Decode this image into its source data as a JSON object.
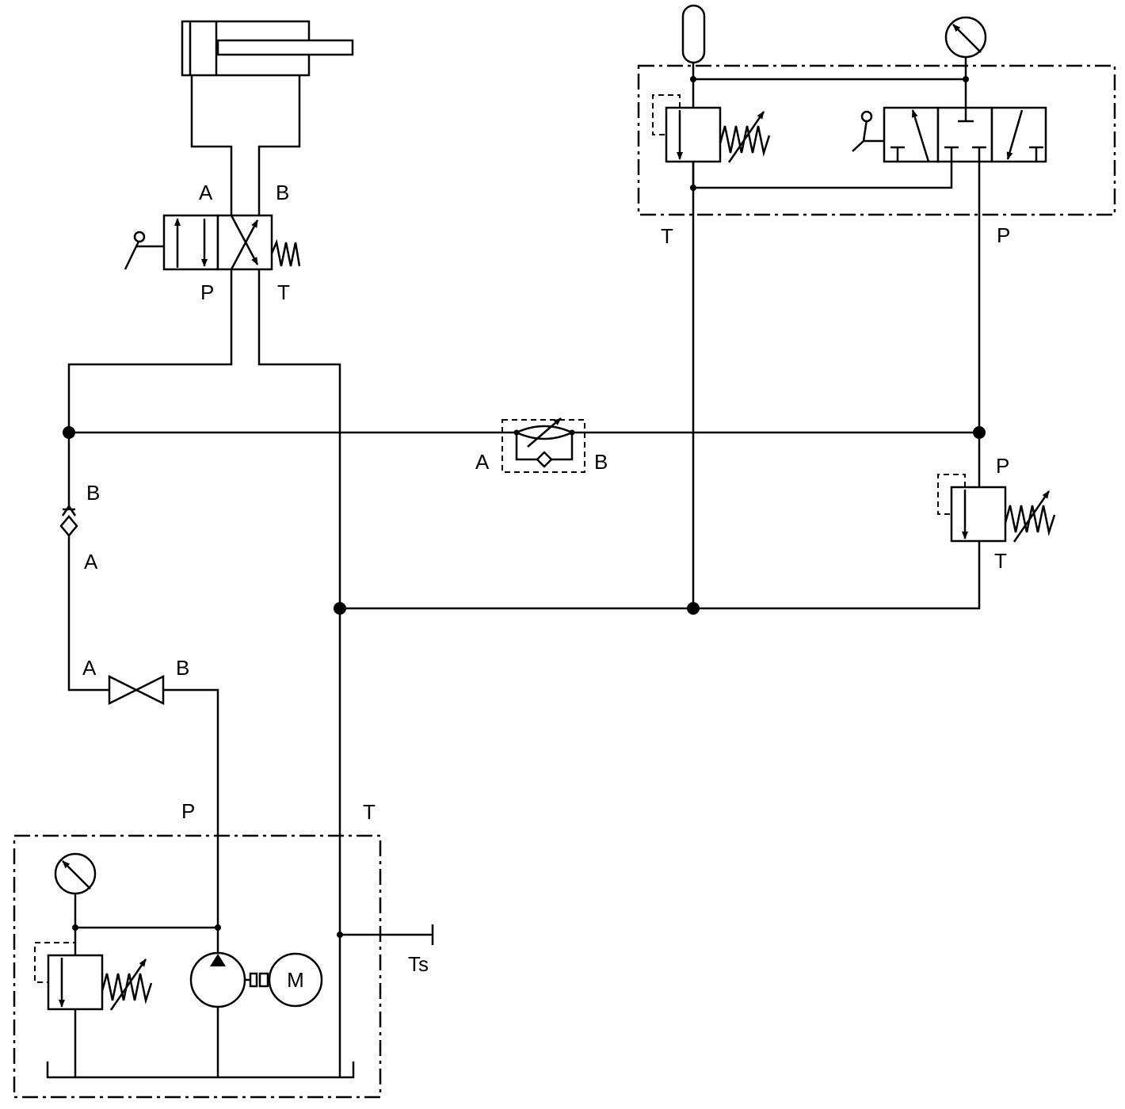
{
  "labels": {
    "dcv_a": "A",
    "dcv_b": "B",
    "dcv_p": "P",
    "dcv_t": "T",
    "flow_a": "A",
    "flow_b": "B",
    "check_b": "B",
    "check_a": "A",
    "needle_a": "A",
    "needle_b": "B",
    "relief_p": "P",
    "relief_t": "T",
    "top_t": "T",
    "top_p": "P",
    "unit_p": "P",
    "unit_t": "T",
    "ts": "Ts",
    "motor": "M"
  }
}
